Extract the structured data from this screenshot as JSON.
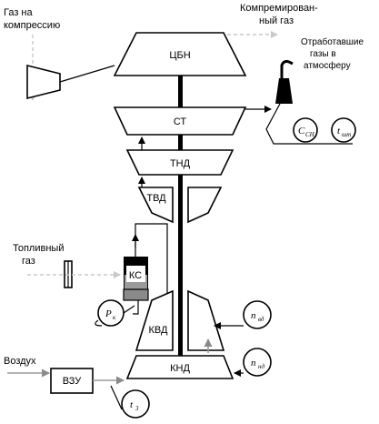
{
  "labels": {
    "gas_to_compression": [
      "Газ на",
      "компрессию"
    ],
    "compressed_gas": [
      "Компремирован-",
      "ный газ"
    ],
    "exhaust_gases": [
      "Отработавшие",
      "газы в",
      "атмосферу"
    ],
    "fuel_gas": [
      "Топливный",
      "газ"
    ],
    "air": "Воздух"
  },
  "blocks": {
    "cbn": "ЦБН",
    "st": "СТ",
    "tnd": "ТНД",
    "tvd": "ТВД",
    "ks": "КС",
    "kvd": "КВД",
    "knd": "КНД",
    "vzu": "ВЗУ"
  },
  "sensors": {
    "c_ch4": {
      "symbol": "C",
      "sub": "CH₄"
    },
    "t_sht": {
      "symbol": "t",
      "sub": "шт"
    },
    "p_k": {
      "symbol": "P",
      "sub": "к"
    },
    "n_vd": {
      "symbol": "n",
      "sub": "вд"
    },
    "n_nd": {
      "symbol": "n",
      "sub": "нд"
    },
    "t_3": {
      "symbol": "t",
      "sub": "3"
    }
  }
}
